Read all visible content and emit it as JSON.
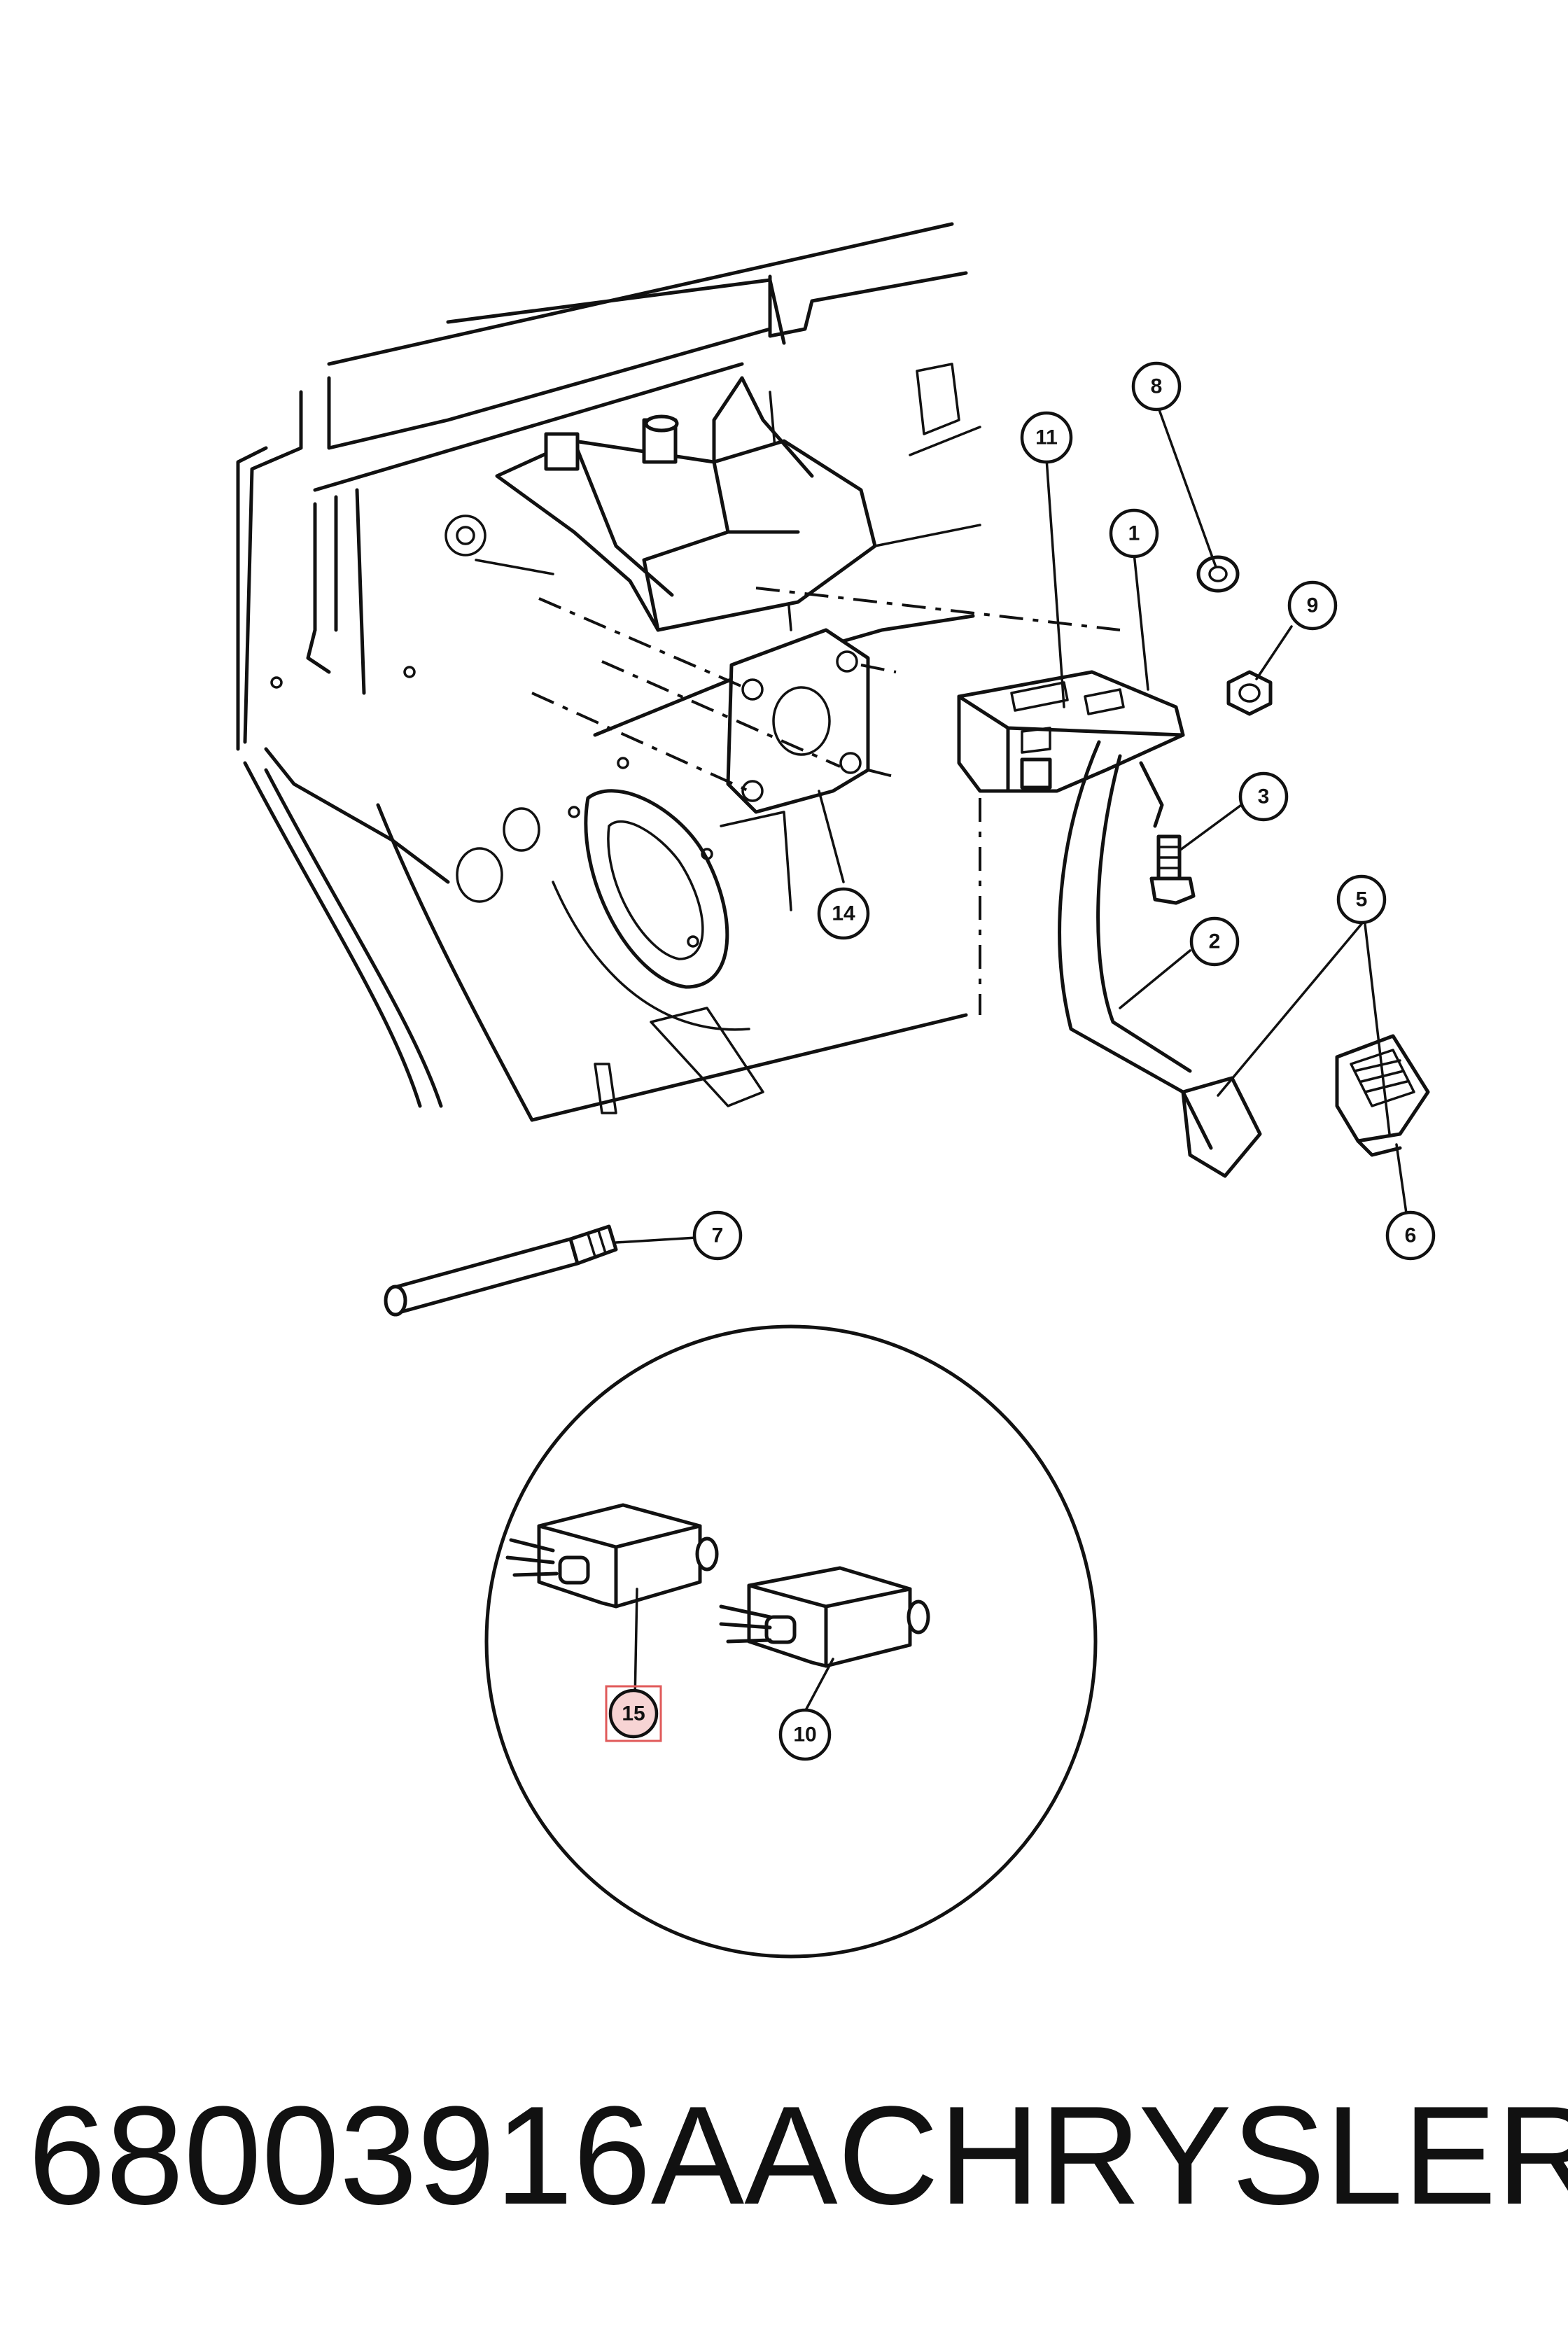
{
  "caption": {
    "part_number": "68003916AA",
    "brand": "CHRYSLER"
  },
  "callouts": [
    {
      "id": "c1",
      "label": "1"
    },
    {
      "id": "c2",
      "label": "2"
    },
    {
      "id": "c3",
      "label": "3"
    },
    {
      "id": "c5",
      "label": "5"
    },
    {
      "id": "c6",
      "label": "6"
    },
    {
      "id": "c7",
      "label": "7"
    },
    {
      "id": "c8",
      "label": "8"
    },
    {
      "id": "c9",
      "label": "9"
    },
    {
      "id": "c10",
      "label": "10"
    },
    {
      "id": "c11",
      "label": "11"
    },
    {
      "id": "c14",
      "label": "14"
    },
    {
      "id": "c15",
      "label": "15",
      "highlighted": true
    }
  ],
  "colors": {
    "line": "#111111",
    "highlight_border": "#e05a5a",
    "highlight_fill": "#f7d4d4"
  }
}
